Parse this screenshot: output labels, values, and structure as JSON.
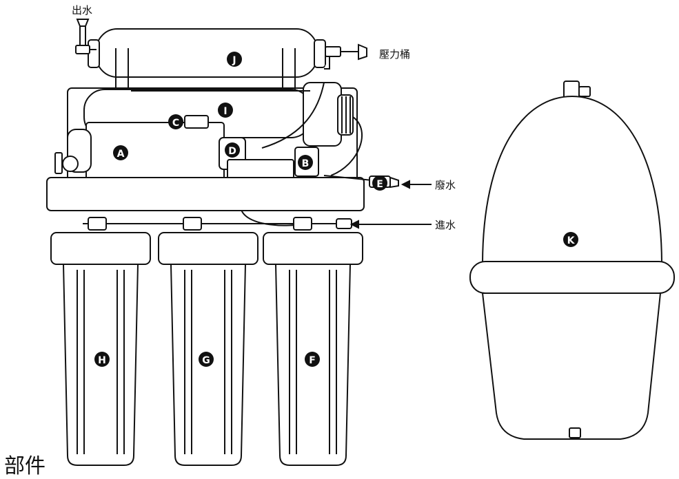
{
  "caption": "部件",
  "annotations": {
    "outlet": "出水",
    "pressure_tank": "壓力桶",
    "waste_water": "廢水",
    "inlet": "進水"
  },
  "badges": {
    "A": "A",
    "B": "B",
    "C": "C",
    "D": "D",
    "E": "E",
    "F": "F",
    "G": "G",
    "H": "H",
    "I": "I",
    "J": "J",
    "K": "K"
  }
}
